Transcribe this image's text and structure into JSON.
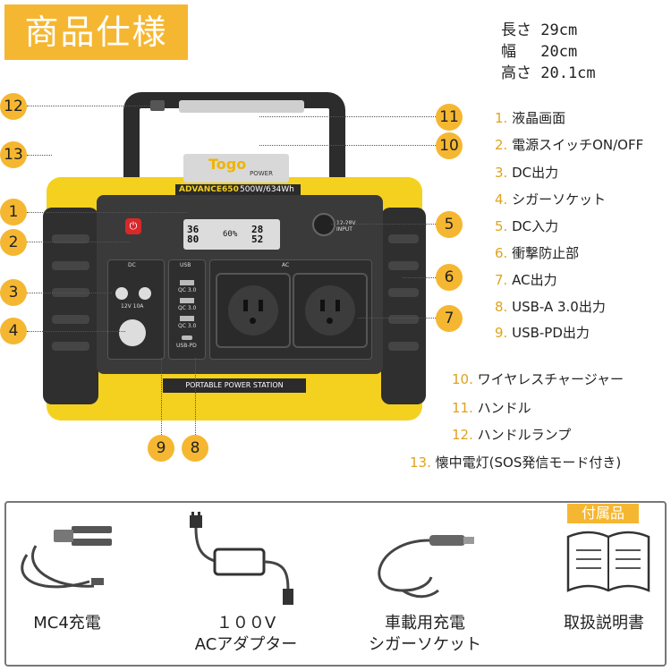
{
  "title": "商品仕様",
  "dimensions": [
    "長さ 29cm",
    "幅　 20cm",
    "高さ 20.1cm"
  ],
  "device": {
    "brand": "Togo",
    "brand_sub": "POWER",
    "model": "ADVANCE650",
    "spec": "500W/634Wh",
    "bottom_label": "PORTABLE POWER STATION",
    "lcd_left": "36 80",
    "lcd_mid": "60%",
    "lcd_right": "28 52",
    "dc_label": "DC",
    "usb_label": "USB",
    "ac_label": "AC",
    "dc_spec": "12V 10A",
    "qc1": "QC 3.0",
    "qc2": "QC 3.0",
    "qc3": "QC 3.0",
    "usbpd": "USB-PD",
    "input_label": "12-28V INPUT"
  },
  "callouts": [
    "12",
    "13",
    "1",
    "2",
    "3",
    "4",
    "11",
    "10",
    "5",
    "6",
    "7",
    "9",
    "8"
  ],
  "legend": [
    {
      "n": "1.",
      "t": "液晶画面"
    },
    {
      "n": "2.",
      "t": "電源スイッチON/OFF"
    },
    {
      "n": "3.",
      "t": "DC出力"
    },
    {
      "n": "4.",
      "t": "シガーソケット"
    },
    {
      "n": "5.",
      "t": "DC入力"
    },
    {
      "n": "6.",
      "t": "衝撃防止部"
    },
    {
      "n": "7.",
      "t": "AC出力"
    },
    {
      "n": "8.",
      "t": "USB-A 3.0出力"
    },
    {
      "n": "9.",
      "t": "USB-PD出力"
    }
  ],
  "legend2": [
    {
      "n": "10.",
      "t": "ワイヤレスチャージャー"
    },
    {
      "n": "11.",
      "t": "ハンドル"
    },
    {
      "n": "12.",
      "t": "ハンドルランプ"
    },
    {
      "n": "13.",
      "t": "懐中電灯(SOS発信モード付き)"
    }
  ],
  "accessories_tag": "付属品",
  "accessories": [
    {
      "line1": "MC4充電",
      "line2": ""
    },
    {
      "line1": "１００V",
      "line2": "ACアダプター"
    },
    {
      "line1": "車載用充電",
      "line2": "シガーソケット"
    },
    {
      "line1": "取扱説明書",
      "line2": ""
    }
  ],
  "colors": {
    "accent": "#f5b731",
    "device_yellow": "#f4d11f",
    "device_dark": "#2f2f2f"
  }
}
